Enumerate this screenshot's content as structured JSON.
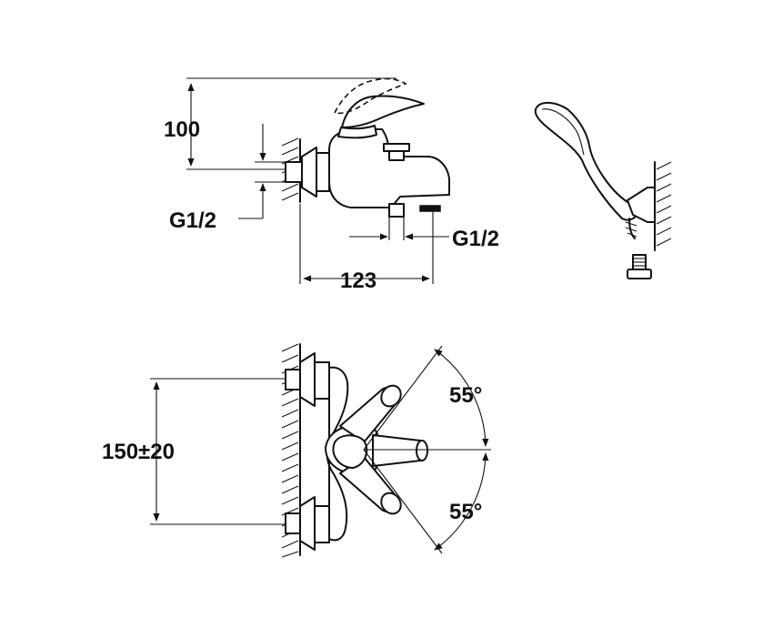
{
  "dimensions": {
    "height_100": "100",
    "thread_left": "G1/2",
    "thread_right": "G1/2",
    "width_123": "123",
    "spacing": "150±20",
    "angle_top": "55°",
    "angle_bottom": "55°"
  }
}
